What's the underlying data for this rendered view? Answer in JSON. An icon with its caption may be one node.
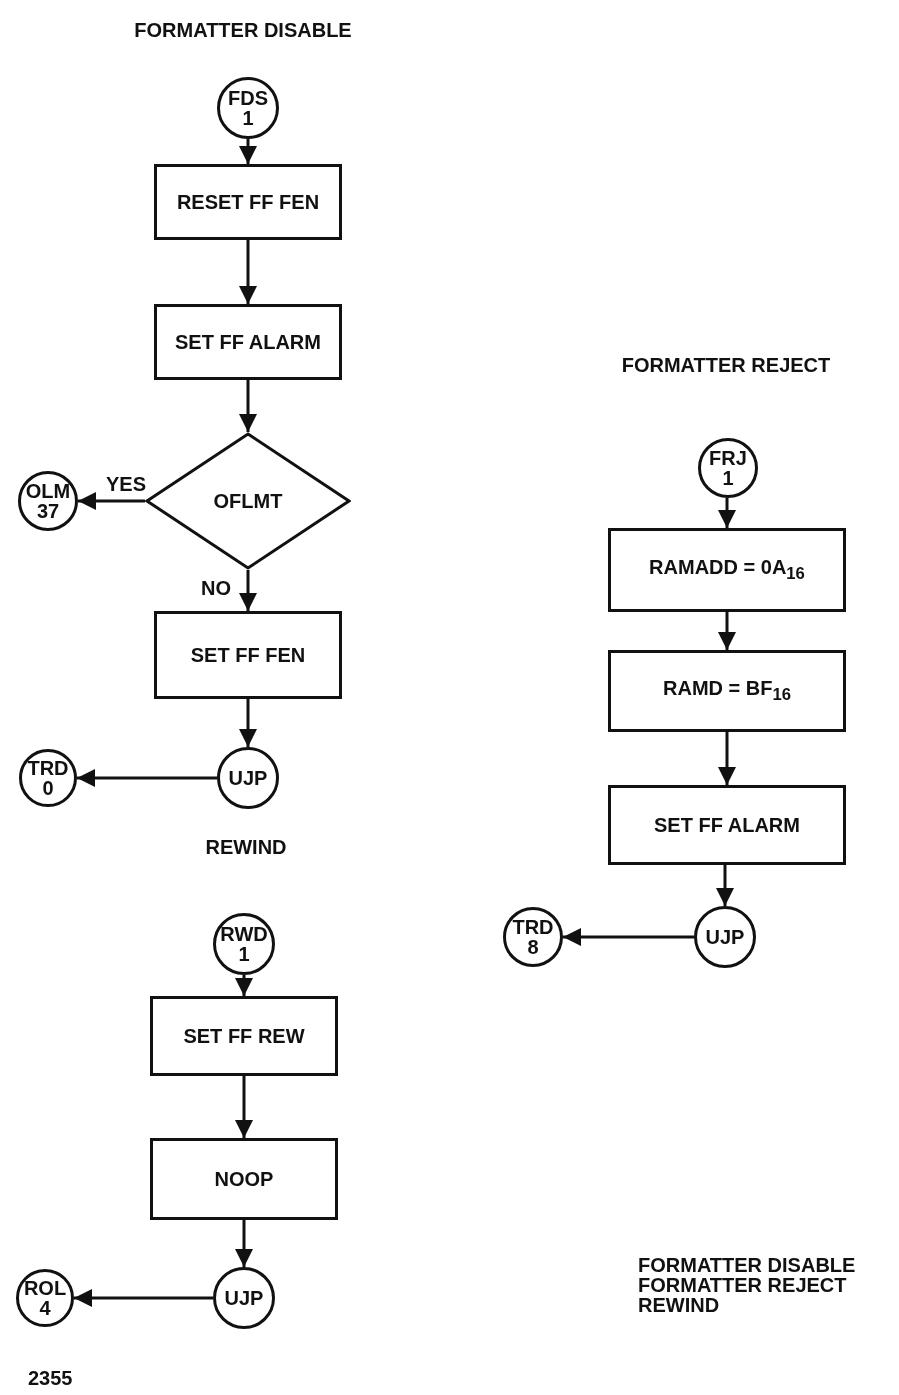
{
  "diagram": {
    "caption": "FORMATTER DISABLE FORMATTER REJECT REWIND",
    "nodes": [
      {
        "text": [
          "FDS",
          "1"
        ]
      },
      {
        "text": [
          "RESET FF FEN"
        ]
      },
      {
        "text": [
          "SET FF ALARM"
        ]
      },
      {
        "text": [
          "OFLMT"
        ]
      },
      {
        "text": [
          "OLM",
          "37"
        ]
      },
      {
        "text": [
          "SET FF FEN"
        ]
      },
      {
        "text": [
          "UJP"
        ]
      },
      {
        "text": [
          "TRD",
          "0"
        ]
      },
      {
        "text": [
          "RWD",
          "1"
        ]
      },
      {
        "text": [
          "SET FF REW"
        ]
      },
      {
        "text": [
          "NOOP"
        ]
      },
      {
        "text": [
          "UJP"
        ]
      },
      {
        "text": [
          "ROL",
          "4"
        ]
      },
      {
        "text": [
          "FRJ",
          "1"
        ]
      },
      {
        "text": [
          "RAMADD = 0A$_{16}$"
        ]
      },
      {
        "text": [
          "RAMD = BF$_{16}$"
        ]
      },
      {
        "text": [
          "SET FF ALARM"
        ]
      },
      {
        "text": [
          "UJP"
        ]
      },
      {
        "text": [
          "TRD",
          "8"
        ]
      }
    ],
    "edges": [
      {
        "from": 0,
        "to": 1,
        "arrow": "to"
      },
      {
        "from": 1,
        "to": 2,
        "arrow": "to"
      },
      {
        "from": 2,
        "to": 3,
        "arrow": "to"
      },
      {
        "from": 3,
        "to": 4,
        "arrow": "to",
        "label": "YES"
      },
      {
        "from": 3,
        "to": 5,
        "arrow": "to",
        "label": "NO"
      },
      {
        "from": 5,
        "to": 6,
        "arrow": "to"
      },
      {
        "from": 6,
        "to": 7,
        "arrow": "to"
      },
      {
        "from": 8,
        "to": 9,
        "arrow": "to"
      },
      {
        "from": 9,
        "to": 10,
        "arrow": "to"
      },
      {
        "from": 10,
        "to": 11,
        "arrow": "to"
      },
      {
        "from": 11,
        "to": 12,
        "arrow": "to"
      },
      {
        "from": 13,
        "to": 14,
        "arrow": "to"
      },
      {
        "from": 14,
        "to": 15,
        "arrow": "to"
      },
      {
        "from": 15,
        "to": 16,
        "arrow": "to"
      },
      {
        "from": 16,
        "to": 17,
        "arrow": "to"
      },
      {
        "from": 17,
        "to": 18,
        "arrow": "to"
      }
    ],
    "labels": [
      "FORMATTER DISABLE",
      "FORMATTER REJECT",
      "REWIND",
      "2355"
    ]
  }
}
